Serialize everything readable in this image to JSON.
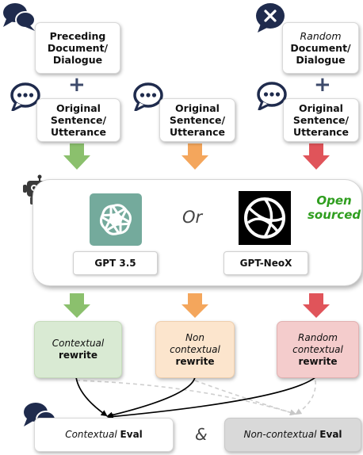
{
  "colors": {
    "green": "#8bc06d",
    "orange": "#f4a65c",
    "red": "#e0545a",
    "icon_navy": "#1f2b4d",
    "open_sourced": "#2f9e1f"
  },
  "top": {
    "preceding": {
      "line1": "Preceding",
      "line2": "Document/",
      "line3": "Dialogue"
    },
    "random": {
      "line1": "Random",
      "line2": "Document/",
      "line3": "Dialogue"
    },
    "plus": "+"
  },
  "original": {
    "line1": "Original",
    "line2": "Sentence/",
    "line3": "Utterance"
  },
  "models": {
    "or": "Or",
    "open_sourced_line1": "Open",
    "open_sourced_line2": "sourced",
    "gpt35": "GPT 3.5",
    "neox": "GPT-NeoX"
  },
  "rewrites": {
    "contextual": {
      "qualifier": "Contextual",
      "word": "rewrite"
    },
    "non_contextual": {
      "line1": "Non",
      "line2": "contextual",
      "word": "rewrite"
    },
    "random": {
      "line1": "Random",
      "line2": "contextual",
      "word": "rewrite"
    }
  },
  "eval": {
    "contextual_italic": "Contextual",
    "contextual_bold": "Eval",
    "ampersand": "&",
    "non_contextual_italic": "Non-contextual",
    "non_contextual_bold": "Eval"
  },
  "icons": [
    "speech-bubbles-icon",
    "cross-bubble-icon",
    "ellipsis-bubble-icon",
    "robot-icon",
    "openai-logo-icon",
    "eleutherai-logo-icon"
  ]
}
